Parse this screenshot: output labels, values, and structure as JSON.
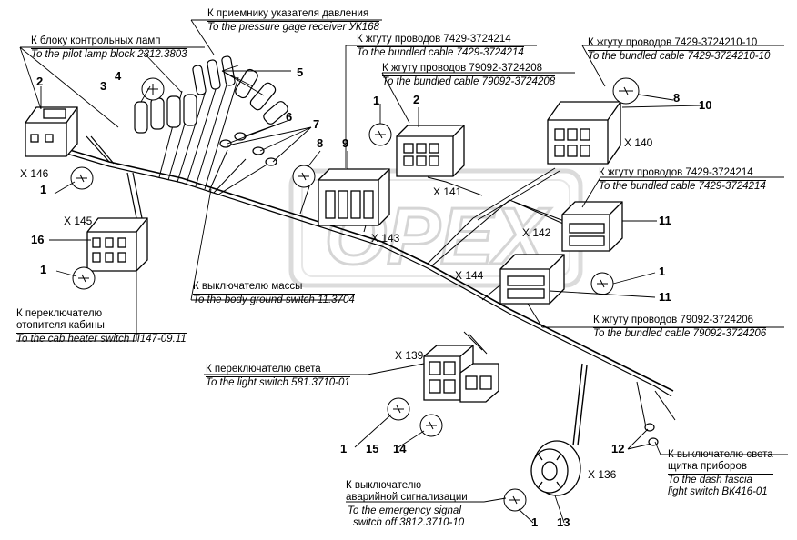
{
  "labels": {
    "pilot_lamp_ru": "К блоку контрольных ламп",
    "pilot_lamp_en": "To the pilot lamp block 2312.3803",
    "pressure_ru": "К приемнику указателя давления",
    "pressure_en": "To the pressure gage receiver УК168",
    "b7429_4214a_ru": "К жгуту проводов 7429-3724214",
    "b7429_4214a_en": "To the bundled cable 7429-3724214",
    "b79092_4208_ru": "К жгуту проводов 79092-3724208",
    "b79092_4208_en": "To the bundled cable 79092-3724208",
    "b7429_421010_ru": "К жгуту проводов 7429-3724210-10",
    "b7429_421010_en": "To the bundled cable 7429-3724210-10",
    "b7429_4214b_ru": "К жгуту проводов 7429-3724214",
    "b7429_4214b_en": "To the bundled cable 7429-3724214",
    "body_ground_ru": "К выключателю массы",
    "body_ground_en": "To the body ground switch 11.3704",
    "cab_heater_ru1": "К переключателю",
    "cab_heater_ru2": "отопителя кабины",
    "cab_heater_en": "To the cab heater switch П147-09.11",
    "b79092_4206_ru": "К жгуту проводов 79092-3724206",
    "b79092_4206_en": "To the bundled cable 79092-3724206",
    "light_switch_ru": "К переключателю света",
    "light_switch_en": "To the light switch 581.3710-01",
    "dash_ru1": "К выключателю света",
    "dash_ru2": "щитка приборов",
    "dash_en1": "To the dash fascia",
    "dash_en2": "light switch ВК416-01",
    "emergency_ru1": "К выключателю",
    "emergency_ru2": "аварийной сигнализации",
    "emergency_en1": "To the emergency signal",
    "emergency_en2": "switch off 3812.3710-10"
  },
  "connectors": {
    "x146": "X 146",
    "x145": "X 145",
    "x143": "X 143",
    "x141": "X 141",
    "x140": "X 140",
    "x142": "X 142",
    "x144": "X 144",
    "x139": "X 139",
    "x136": "X 136"
  },
  "numbers": {
    "n2a": "2",
    "n3": "3",
    "n4": "4",
    "n5": "5",
    "n6": "6",
    "n7": "7",
    "n1a": "1",
    "n2b": "2",
    "n8a": "8",
    "n9": "9",
    "n1b": "1",
    "n16": "16",
    "n1c": "1",
    "n8b": "8",
    "n10": "10",
    "n11a": "11",
    "n1d": "1",
    "n11b": "11",
    "n1e": "1",
    "n15": "15",
    "n14": "14",
    "n12": "12",
    "n1f": "1",
    "n13": "13"
  },
  "watermark": "OPEX"
}
